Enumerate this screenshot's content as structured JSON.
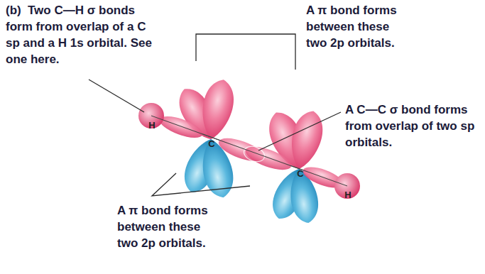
{
  "diagram": {
    "labels": [
      "(b)",
      "Two C—H σ bonds form from overlap of a C sp and a H 1s orbital. See one here.",
      "H",
      "C",
      "A π bond forms between these two 2p orbitals.",
      "A C—C σ bond forms from overlap of two sp orbitals.",
      "C",
      "H",
      "A π bond forms between these two 2p orbitals."
    ]
  }
}
